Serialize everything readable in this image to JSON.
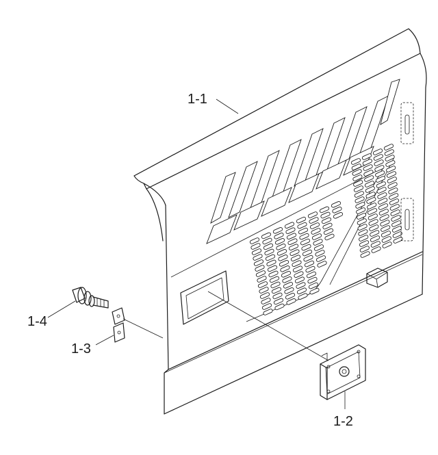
{
  "callouts": [
    {
      "id": "1-1",
      "label": "1-1"
    },
    {
      "id": "1-2",
      "label": "1-2"
    },
    {
      "id": "1-3",
      "label": "1-3"
    },
    {
      "id": "1-4",
      "label": "1-4"
    }
  ]
}
